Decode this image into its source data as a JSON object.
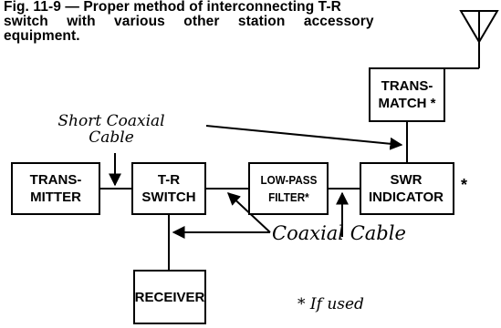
{
  "caption": {
    "line1": "Fig. 11-9 — Proper method of interconnecting T-R",
    "line2": "switch with various other station accessory",
    "line3": "equipment."
  },
  "blocks": {
    "transmitter": "TRANS-\nMITTER",
    "tr_switch": "T-R\nSWITCH",
    "low_pass_filter": "LOW-PASS\nFILTER*",
    "swr_indicator": "SWR\nINDICATOR",
    "swr_star": "*",
    "transmatch": "TRANS-\nMATCH *",
    "receiver": "RECEIVER"
  },
  "labels": {
    "short_coax_line1": "Short Coaxial",
    "short_coax_line2": "Cable",
    "coaxial_cable": "Coaxial Cable",
    "if_used": "* If used"
  },
  "icons": {
    "antenna": "antenna-icon"
  }
}
